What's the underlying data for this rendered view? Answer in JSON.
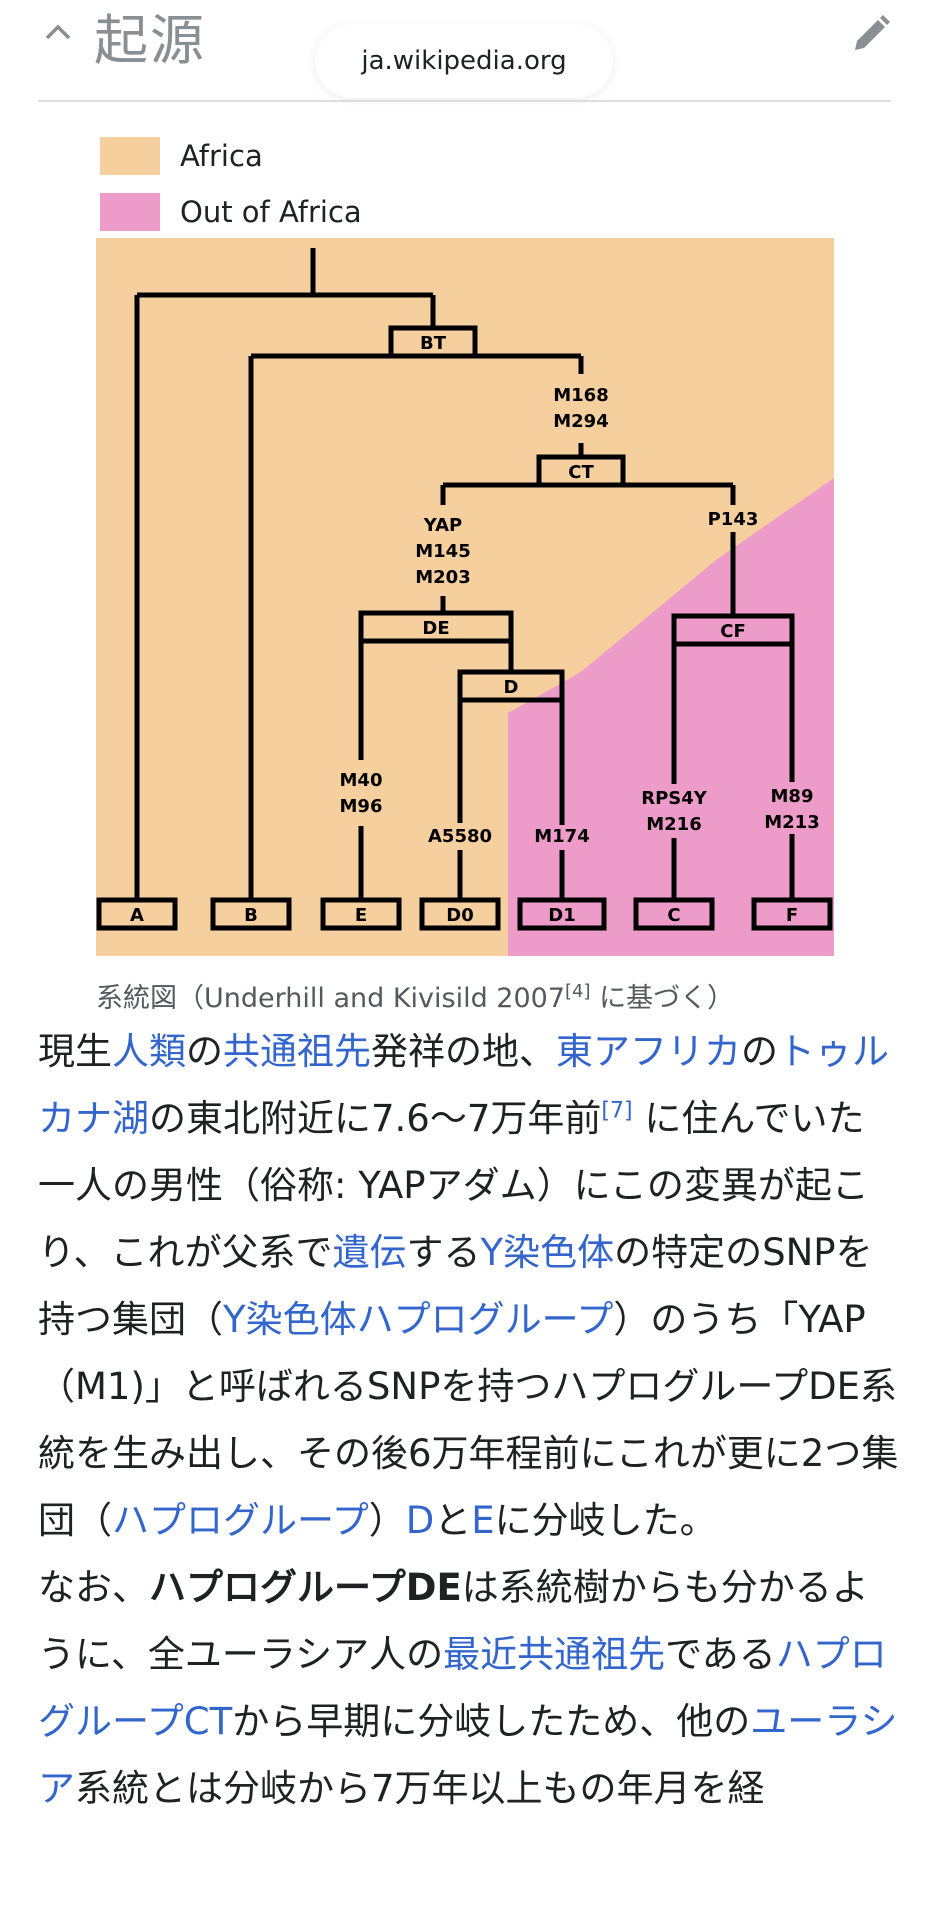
{
  "header": {
    "section_title": "起源",
    "url": "ja.wikipedia.org"
  },
  "colors": {
    "africa": "#f6cf9f",
    "out_of_africa": "#ed9bc8",
    "link": "#3366cc"
  },
  "legend": [
    {
      "label": "Africa",
      "color": "#f6cf9f"
    },
    {
      "label": "Out of Africa",
      "color": "#ed9bc8"
    }
  ],
  "tree": {
    "nodes": {
      "bt": "BT",
      "ct": "CT",
      "de": "DE",
      "d": "D",
      "cf": "CF"
    },
    "markers": {
      "m168": "M168",
      "m294": "M294",
      "yap": "YAP",
      "m145": "M145",
      "m203": "M203",
      "p143": "P143",
      "m40": "M40",
      "m96": "M96",
      "a5580": "A5580",
      "m174": "M174",
      "rps4y": "RPS4Y",
      "m216": "M216",
      "m89": "M89",
      "m213": "M213"
    },
    "leaves": {
      "a": "A",
      "b": "B",
      "e": "E",
      "d0": "D0",
      "d1": "D1",
      "c": "C",
      "f": "F"
    }
  },
  "caption": {
    "text": "系統図（Underhill and Kivisild 2007",
    "ref": "[4]",
    "tail": " に基づく）"
  },
  "paragraph1": {
    "t1": "現生",
    "l1": "人類",
    "t2": "の",
    "l2": "共通祖先",
    "t3": "発祥の地、",
    "l3": "東アフリカ",
    "t4": "の",
    "l4": "トゥルカナ湖",
    "t5": "の東北附近に7.6〜7万年前",
    "ref": "[7]",
    "t6": " に住んでいた一人の男性（俗称: YAPアダム）にこの変異が起こり、これが父系で",
    "l5": "遺伝",
    "t7": "する",
    "l6": "Y染色体",
    "t8": "の特定のSNPを持つ集団（",
    "l7": "Y染色体ハプログループ",
    "t9": "）のうち「YAP（M1)」と呼ばれるSNPを持つハプログループDE系統を生み出し、その後6万年程前にこれが更に2つ集団（",
    "l8": "ハプログループ",
    "t10": "）",
    "l9": "D",
    "t11": "と",
    "l10": "E",
    "t12": "に分岐した。"
  },
  "paragraph2": {
    "t1": "なお、",
    "b1": "ハプログループDE",
    "t2": "は系統樹からも分かるように、全ユーラシア人の",
    "l1": "最近共通祖先",
    "t3": "である",
    "l2": "ハプログループCT",
    "t4": "から早期に分岐したため、他の",
    "l3": "ユーラシア",
    "t5": "系統とは分岐から7万年以上もの年月を経"
  }
}
